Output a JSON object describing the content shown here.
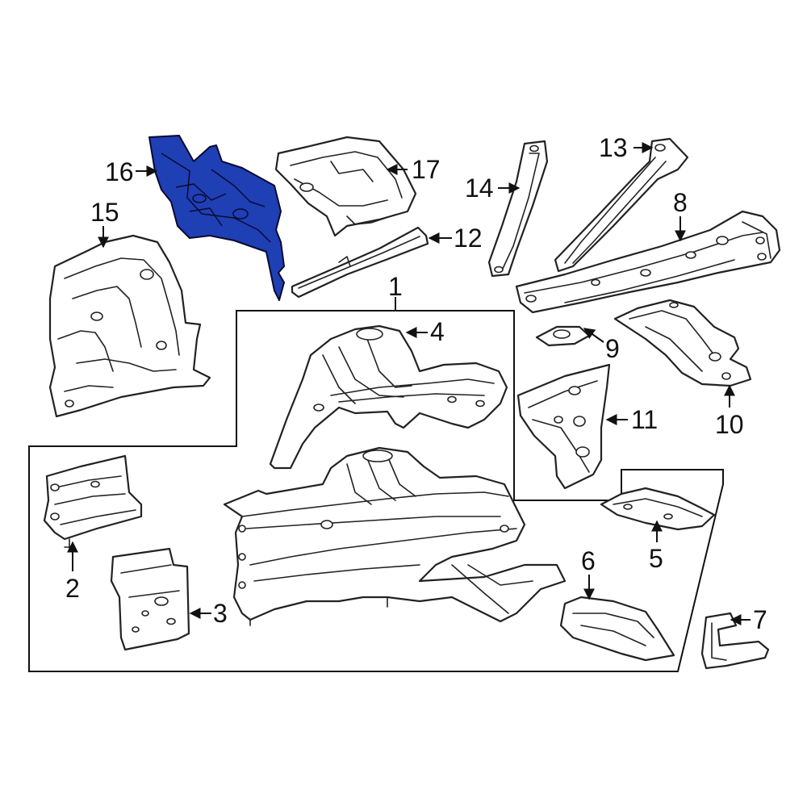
{
  "diagram": {
    "highlight_color": "#1f3fb5",
    "outline_color": "#222222",
    "background": "#ffffff",
    "highlighted_part": "16",
    "callouts": {
      "c1": "1",
      "c2": "2",
      "c3": "3",
      "c4": "4",
      "c5": "5",
      "c6": "6",
      "c7": "7",
      "c8": "8",
      "c9": "9",
      "c10": "10",
      "c11": "11",
      "c12": "12",
      "c13": "13",
      "c14": "14",
      "c15": "15",
      "c16": "16",
      "c17": "17"
    }
  }
}
